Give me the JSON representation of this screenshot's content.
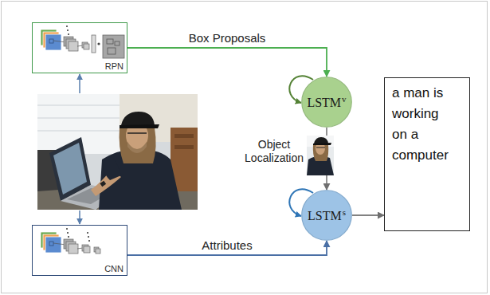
{
  "diagram": {
    "nodes": [
      {
        "text": [
          "RPN"
        ]
      },
      {
        "text": [
          "LSTM",
          "v"
        ]
      },
      {
        "text": [
          "LSTM",
          "s"
        ]
      },
      {
        "text": [
          "a man is working on a computer"
        ]
      },
      {
        "text": [
          "CNN"
        ]
      }
    ],
    "edges": [
      {
        "from": 0,
        "to": 1,
        "arrow": "to",
        "label": "Box Proposals"
      },
      {
        "from": 1,
        "to": 2,
        "arrow": "to"
      },
      {
        "from": 4,
        "to": 2,
        "arrow": "to",
        "label": "Attributes"
      },
      {
        "from": 2,
        "to": 3,
        "arrow": "to"
      }
    ],
    "labels": [
      "Object Localization"
    ]
  }
}
